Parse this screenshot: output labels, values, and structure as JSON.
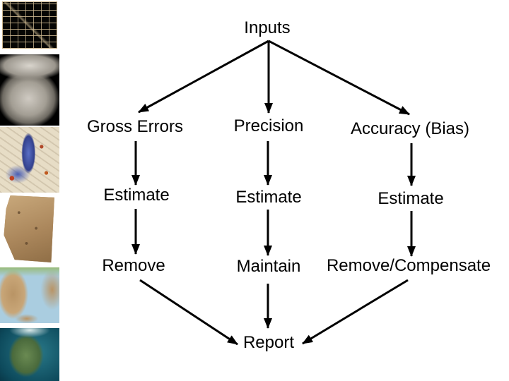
{
  "slide": {
    "background_color": "#ffffff",
    "text_color": "#000000"
  },
  "sidebar": {
    "images": [
      {
        "name": "babylonian-grid-map-image"
      },
      {
        "name": "clay-tablet-map-image"
      },
      {
        "name": "medieval-city-map-image"
      },
      {
        "name": "parchment-map-image"
      },
      {
        "name": "greece-relief-map-image"
      },
      {
        "name": "north-america-satellite-image"
      }
    ]
  },
  "diagram": {
    "root": "Inputs",
    "col1": {
      "header": "Gross Errors",
      "estimate": "Estimate",
      "action": "Remove"
    },
    "col2": {
      "header": "Precision",
      "estimate": "Estimate",
      "action": "Maintain"
    },
    "col3": {
      "header": "Accuracy (Bias)",
      "estimate": "Estimate",
      "action": "Remove/Compensate"
    },
    "sink": "Report"
  }
}
